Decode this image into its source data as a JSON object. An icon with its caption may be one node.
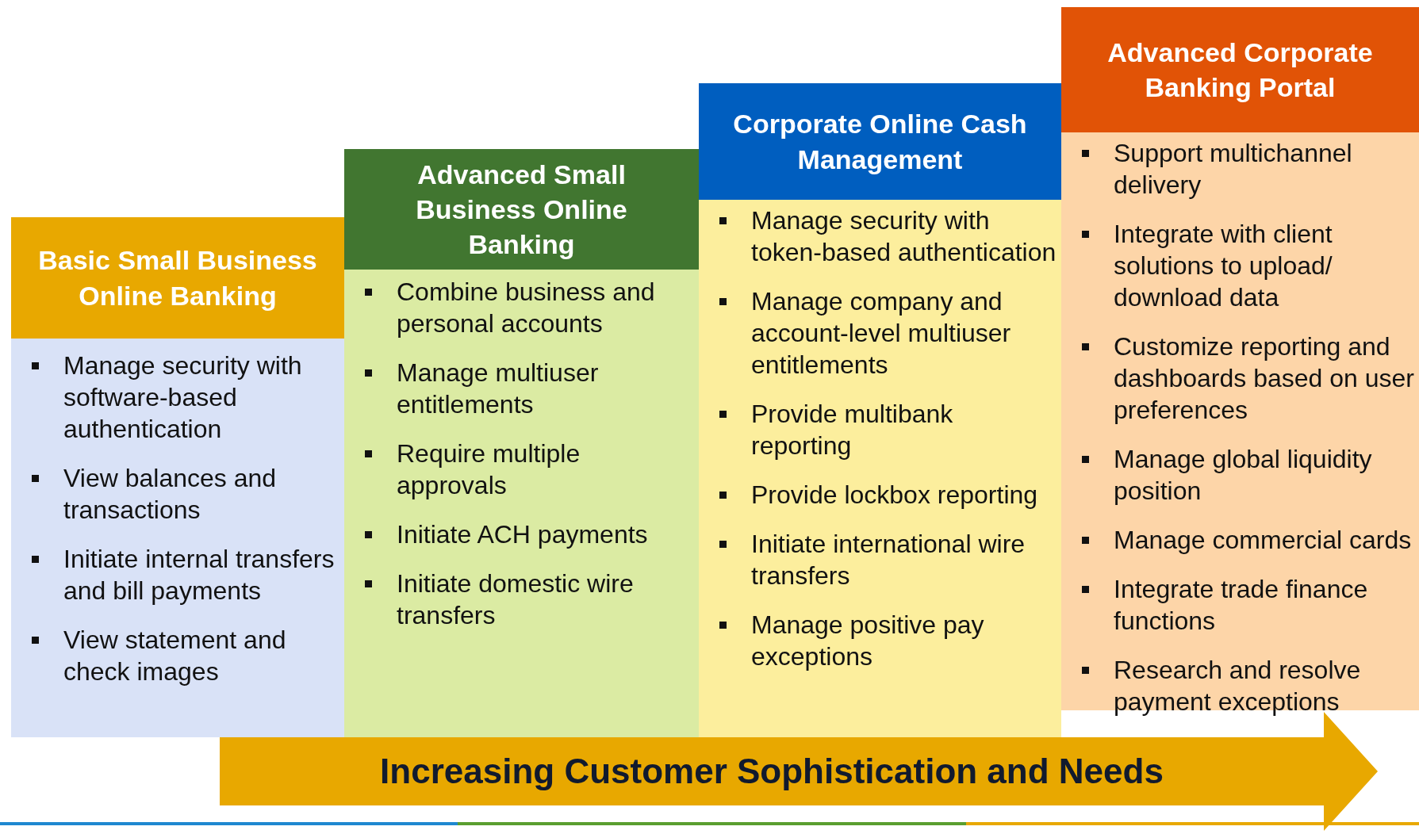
{
  "diagram": {
    "nodes": [
      {
        "text": [
          "Basic Small Business Online Banking",
          "Manage security with software-based authentication",
          "View balances and transactions",
          "Initiate internal transfers and bill payments",
          "View statement and check images"
        ]
      },
      {
        "text": [
          "Advanced Small Business Online Banking",
          "Combine business and personal accounts",
          "Manage multiuser entitlements",
          "Require multiple approvals",
          "Initiate ACH payments",
          "Initiate domestic wire transfers"
        ]
      },
      {
        "text": [
          "Corporate Online Cash Management",
          "Manage security with token-based authentication",
          "Manage company and account-level multiuser entitlements",
          "Provide multibank reporting",
          "Provide lockbox reporting",
          "Initiate international wire transfers",
          "Manage positive pay exceptions"
        ]
      },
      {
        "text": [
          "Advanced Corporate Banking Portal",
          "Support multichannel delivery",
          "Integrate with client solutions to upload/ download data",
          "Customize reporting and dashboards based on user preferences",
          "Manage global liquidity position",
          "Manage commercial cards",
          "Integrate trade finance functions",
          "Research and resolve payment exceptions"
        ]
      },
      {
        "text": [
          "Increasing Customer Sophistication and Needs"
        ]
      }
    ]
  }
}
